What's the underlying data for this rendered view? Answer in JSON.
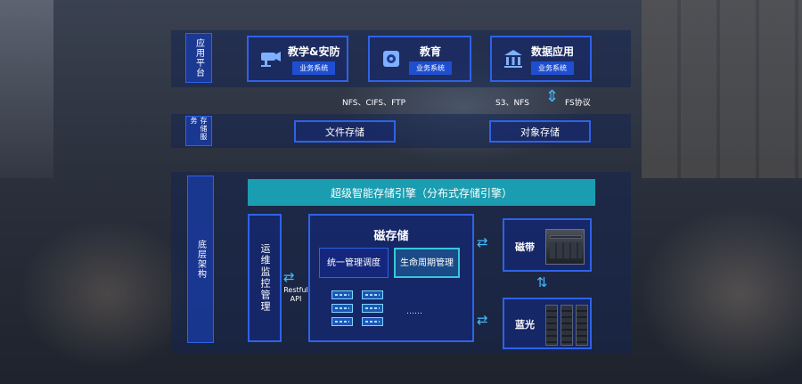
{
  "sections": {
    "app_platform": "应用平台",
    "storage_service": "存储服务",
    "infrastructure": "底层架构"
  },
  "apps": [
    {
      "title": "教学&安防",
      "subtitle": "业务系统",
      "icon": "camera-icon"
    },
    {
      "title": "教育",
      "subtitle": "业务系统",
      "icon": "gear-icon"
    },
    {
      "title": "数据应用",
      "subtitle": "业务系统",
      "icon": "building-icon"
    }
  ],
  "protocols": {
    "file": "NFS、CIFS、FTP",
    "object": "S3、NFS",
    "fs": "FS协议"
  },
  "storage": {
    "file": "文件存储",
    "object": "对象存储"
  },
  "engine": "超级智能存储引擎（分布式存储引擎）",
  "ops": "运维监控管理",
  "api": {
    "line1": "Restful",
    "line2": "API"
  },
  "disk": {
    "title": "磁存储",
    "unified": "统一管理调度",
    "lifecycle": "生命周期管理",
    "ellipsis": "……"
  },
  "tape": "磁带",
  "bluray": "蓝光",
  "colors": {
    "accent_blue": "#2f62e8",
    "teal": "#1a9db0",
    "arrow": "#48b9ff"
  }
}
